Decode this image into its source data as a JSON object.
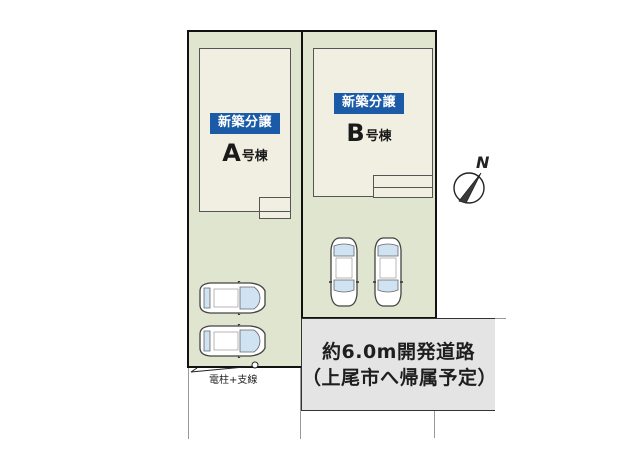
{
  "plan": {
    "lots": [
      {
        "id": "A",
        "badge": "新築分譲",
        "letter": "A",
        "suffix": "号棟",
        "parking_spaces": 2,
        "parking_orientation": "horizontal"
      },
      {
        "id": "B",
        "badge": "新築分譲",
        "letter": "B",
        "suffix": "号棟",
        "parking_spaces": 2,
        "parking_orientation": "vertical"
      }
    ],
    "road": {
      "line1": "約6.0m開発道路",
      "line2": "（上尾市へ帰属予定）"
    },
    "utility_pole_label": "電柱+支線",
    "compass": {
      "icon": "north-arrow-icon",
      "label": "N"
    },
    "colors": {
      "lot_fill": "#dfe5cf",
      "building_fill": "#f1efe2",
      "road_fill": "#e4e4e4",
      "badge_blue": "#1a5aa6",
      "outline": "#111111"
    }
  }
}
